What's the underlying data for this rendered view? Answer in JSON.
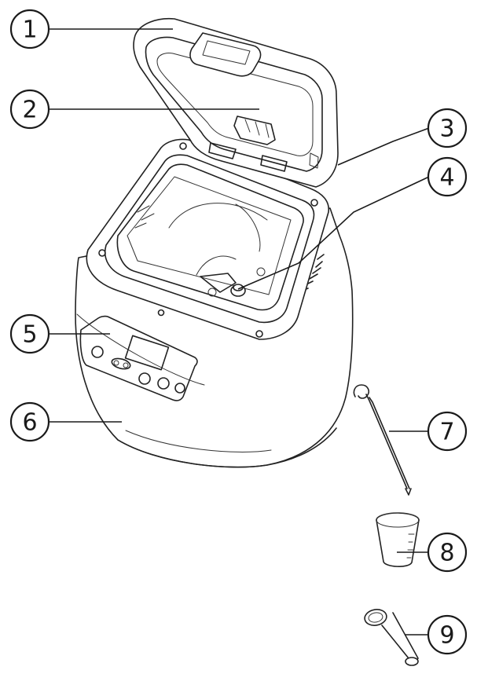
{
  "diagram": {
    "callouts": [
      {
        "label": "1",
        "part": "lid"
      },
      {
        "label": "2",
        "part": "lid-window-handle"
      },
      {
        "label": "3",
        "part": "hinge"
      },
      {
        "label": "4",
        "part": "kneading-paddle-shaft"
      },
      {
        "label": "5",
        "part": "control-panel"
      },
      {
        "label": "6",
        "part": "housing"
      },
      {
        "label": "7",
        "part": "hook"
      },
      {
        "label": "8",
        "part": "measuring-cup"
      },
      {
        "label": "9",
        "part": "measuring-spoon"
      }
    ]
  },
  "colors": {
    "line": "#222222",
    "background": "#ffffff"
  }
}
